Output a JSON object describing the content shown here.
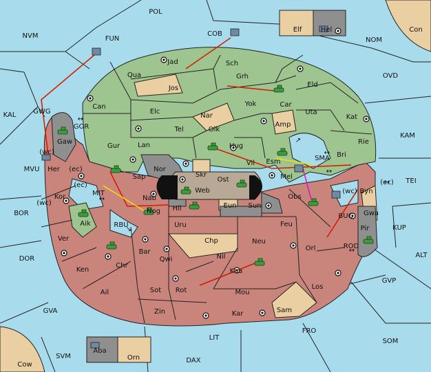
{
  "map": {
    "sea_labels": [
      "POL",
      "NVM",
      "FUN",
      "COB",
      "NOM",
      "OVD",
      "KAL",
      "GOR",
      "KAM",
      "MVU",
      "SMA",
      "TEI",
      "BOR",
      "MIT",
      "RBU",
      "BUC",
      "KUP",
      "DOR",
      "ROD",
      "ALT",
      "GVP",
      "GVA",
      "FRO",
      "SOM",
      "LIT",
      "SVM",
      "DAX",
      "Elf",
      "Hel",
      "Con",
      "Cow",
      "Aba",
      "Orn",
      "GWG"
    ],
    "land_labels": [
      "Jad",
      "Sch",
      "Qua",
      "Jos",
      "Grh",
      "Eld",
      "Can",
      "Yok",
      "Car",
      "Elc",
      "Nar",
      "Uta",
      "Kat",
      "Tel",
      "Olk",
      "Amp",
      "Gur",
      "Lan",
      "Hug",
      "Rie",
      "Bri",
      "Gaw",
      "Nor",
      "Skr",
      "Ost",
      "Vil",
      "Esm",
      "Her",
      "Sap",
      "Web",
      "Mel",
      "Byn",
      "Kor",
      "Nab",
      "Eun",
      "Sun",
      "Obs",
      "Gwa",
      "Aik",
      "Hil",
      "Nog",
      "Pir",
      "Uru",
      "Feu",
      "Ver",
      "Chp",
      "Neu",
      "Orl",
      "Bar",
      "Qwi",
      "Nil",
      "Ken",
      "Chr",
      "Kaa",
      "Los",
      "Ail",
      "Sot",
      "Rot",
      "Mou",
      "Zin",
      "Kar",
      "Sam"
    ],
    "coast_labels": [
      "(wc)",
      "(ec)"
    ],
    "arrows": [
      "↔",
      "↘",
      "↗"
    ]
  }
}
